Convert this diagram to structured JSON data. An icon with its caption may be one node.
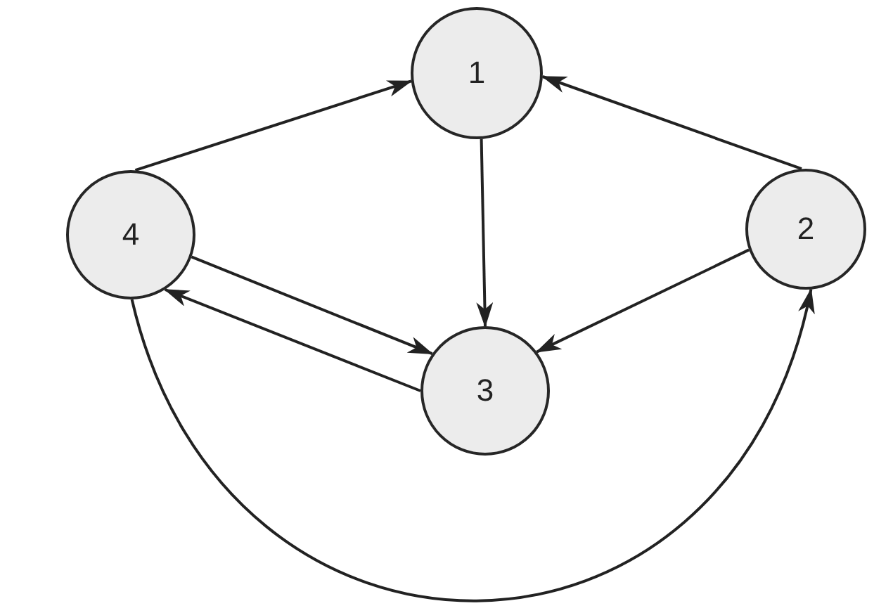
{
  "diagram": {
    "nodes": [
      {
        "text": [
          "1"
        ]
      },
      {
        "text": [
          "4"
        ]
      },
      {
        "text": [
          "2"
        ]
      },
      {
        "text": [
          "3"
        ]
      }
    ],
    "edges": [
      {
        "from": 1,
        "to": 0,
        "arrow": "to"
      },
      {
        "from": 2,
        "to": 0,
        "arrow": "to"
      },
      {
        "from": 0,
        "to": 3,
        "arrow": "to"
      },
      {
        "from": 1,
        "to": 3,
        "arrow": "to"
      },
      {
        "from": 3,
        "to": 1,
        "arrow": "to"
      },
      {
        "from": 2,
        "to": 3,
        "arrow": "to"
      },
      {
        "from": 1,
        "to": 2,
        "arrow": "to"
      }
    ]
  }
}
